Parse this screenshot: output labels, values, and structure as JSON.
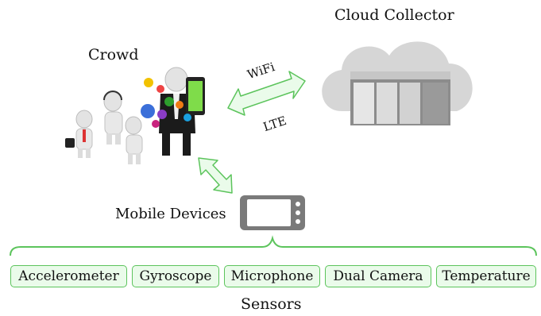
{
  "labels": {
    "crowd": "Crowd",
    "cloud": "Cloud Collector",
    "mobile": "Mobile Devices",
    "sensors": "Sensors",
    "wifi": "WiFi",
    "lte": "LTE"
  },
  "sensor_items": [
    "Accelerometer",
    "Gyroscope",
    "Microphone",
    "Dual Camera",
    "Temperature"
  ],
  "colors": {
    "accent_green": "#5cc45c",
    "accent_fill": "#eafbea",
    "cloud_gray": "#d8d8d8",
    "phone_gray": "#7a7a7a"
  }
}
